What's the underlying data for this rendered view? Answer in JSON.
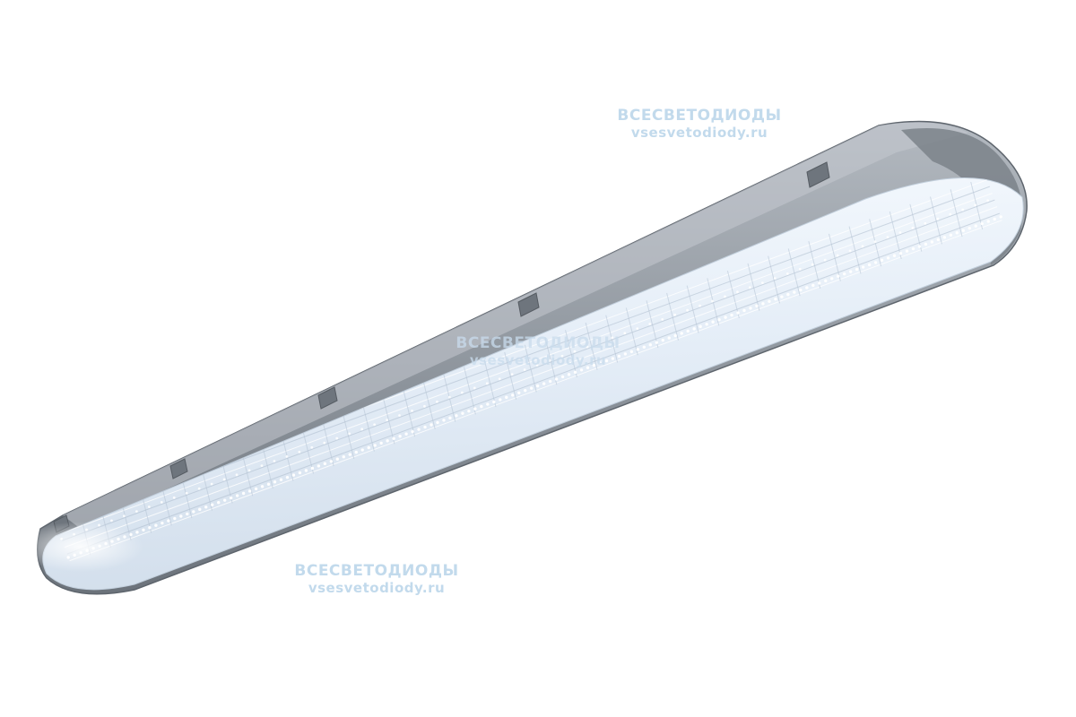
{
  "watermarks": [
    {
      "line1": "ВСЕСВЕТОДИОДЫ",
      "line2": "vsesvetodiody.ru"
    },
    {
      "line1": "ВСЕСВЕТОДИОДЫ",
      "line2": "vsesvetodiody.ru"
    },
    {
      "line1": "ВСЕСВЕТОДИОДЫ",
      "line2": "vsesvetodiody.ru"
    }
  ],
  "colors": {
    "housing": "#8d949c",
    "housing_dark": "#6c737b",
    "housing_light": "#b3b9c0",
    "diffuser": "#eef4fb",
    "led": "#ffffff",
    "watermark": "#bcd6ea"
  }
}
